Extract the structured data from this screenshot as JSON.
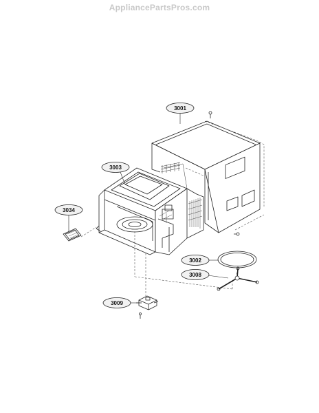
{
  "watermark": "AppliancePartsPros.com",
  "callouts": [
    {
      "id": "3001",
      "text": "3001",
      "name": "callout-3001-outer-case"
    },
    {
      "id": "3003",
      "text": "3003",
      "name": "callout-3003-cavity"
    },
    {
      "id": "3034",
      "text": "3034",
      "name": "callout-3034-cover"
    },
    {
      "id": "3002",
      "text": "3002",
      "name": "callout-3002-roller-ring"
    },
    {
      "id": "3008",
      "text": "3008",
      "name": "callout-3008-coupler"
    },
    {
      "id": "3009",
      "text": "3009",
      "name": "callout-3009-motor"
    }
  ],
  "colors": {
    "line": "#222222",
    "dash": "#555555",
    "watermark": "#c8c8c8",
    "callout_fill": "#f2f2f2"
  }
}
